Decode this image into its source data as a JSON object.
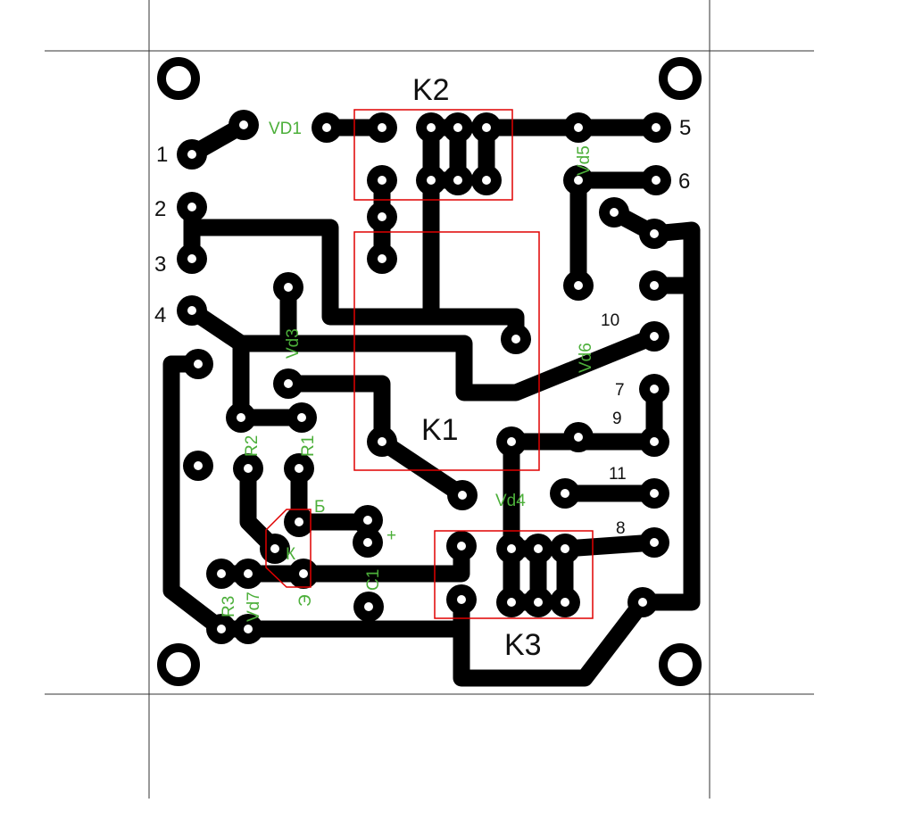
{
  "title": "PCB layout",
  "colors": {
    "copper": "#000000",
    "silkscreen": "#4caf3a",
    "outline": "#e00000",
    "background": "#ffffff"
  },
  "relays": {
    "k1": "K1",
    "k2": "K2",
    "k3": "K3"
  },
  "pins": {
    "p1": "1",
    "p2": "2",
    "p3": "3",
    "p4": "4",
    "p5": "5",
    "p6": "6",
    "p7": "7",
    "p8": "8",
    "p9": "9",
    "p10": "10",
    "p11": "11"
  },
  "components": {
    "vd1": "VD1",
    "vd3": "Vd3",
    "vd4": "Vd4",
    "vd5": "Vd5",
    "vd6": "Vd6",
    "vd7": "Vd7",
    "r1": "R1",
    "r2": "R2",
    "r3": "R3",
    "c1": "C1",
    "c1_plus": "+",
    "base": "Б",
    "collector": "К",
    "emitter": "Э"
  }
}
